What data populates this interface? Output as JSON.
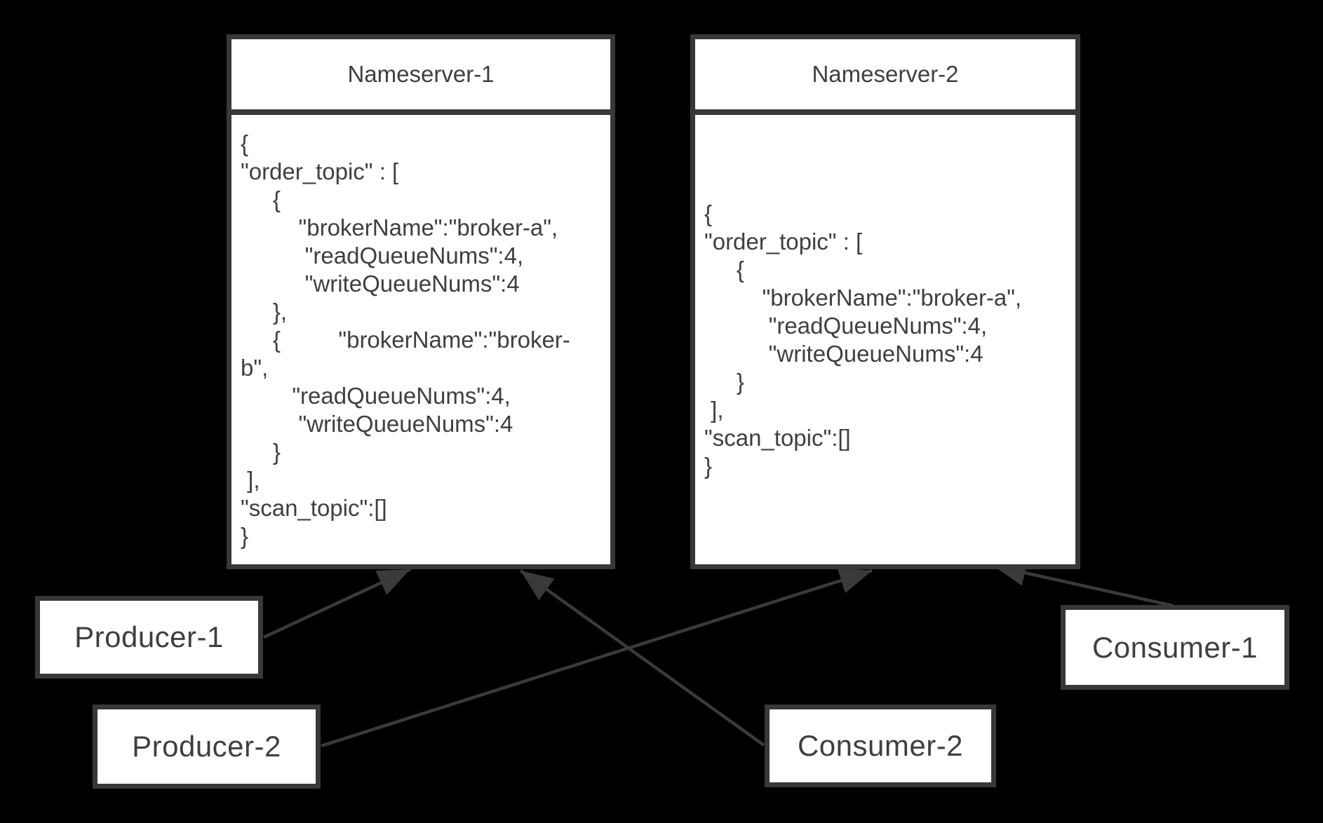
{
  "colors": {
    "background": "#000000",
    "box_fill": "#ffffff",
    "stroke": "#383838",
    "text": "#3f3f3f"
  },
  "nameservers": [
    {
      "title": "Nameserver-1",
      "body": "{\n\"order_topic\" : [\n     {\n         \"brokerName\":\"broker-a\",\n          \"readQueueNums\":4,\n          \"writeQueueNums\":4\n     },\n     {         \"brokerName\":\"broker-\nb\",\n        \"readQueueNums\":4,\n         \"writeQueueNums\":4\n     }\n ],\n\"scan_topic\":[]\n}"
    },
    {
      "title": "Nameserver-2",
      "body": "{\n\"order_topic\" : [\n     {\n         \"brokerName\":\"broker-a\",\n          \"readQueueNums\":4,\n          \"writeQueueNums\":4\n     }\n ],\n\"scan_topic\":[]\n}"
    }
  ],
  "clients": [
    {
      "label": "Producer-1"
    },
    {
      "label": "Producer-2"
    },
    {
      "label": "Consumer-2"
    },
    {
      "label": "Consumer-1"
    }
  ],
  "connections": [
    {
      "from": "Producer-1",
      "to": "Nameserver-1"
    },
    {
      "from": "Producer-2",
      "to": "Nameserver-2"
    },
    {
      "from": "Consumer-2",
      "to": "Nameserver-1"
    },
    {
      "from": "Consumer-1",
      "to": "Nameserver-2"
    }
  ]
}
